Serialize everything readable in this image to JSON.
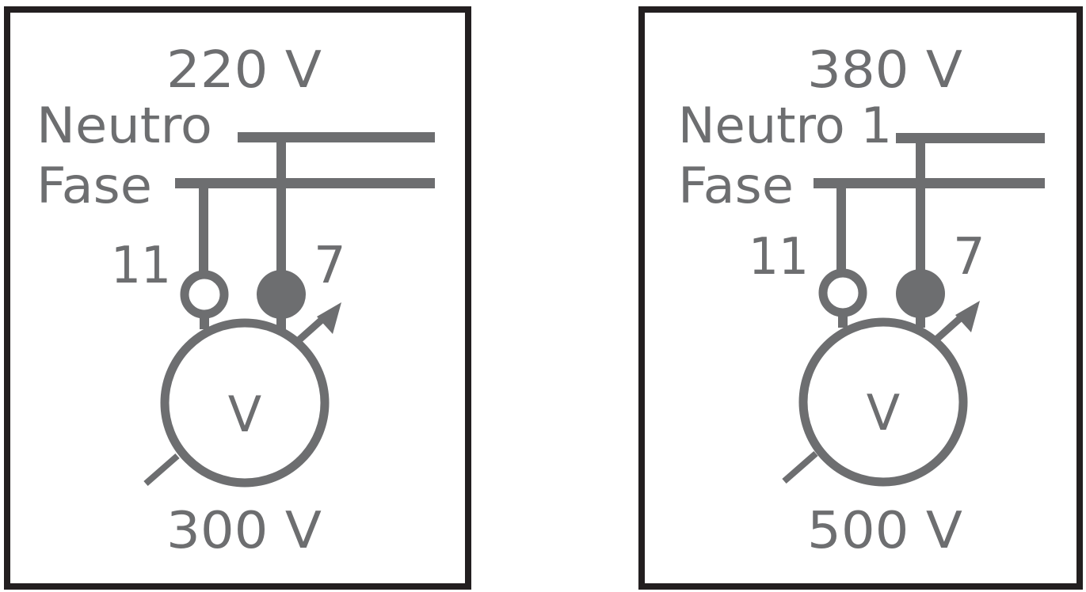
{
  "colors": {
    "frame": "#231f20",
    "ink": "#6d6e70",
    "background": "#ffffff"
  },
  "panels": [
    {
      "id": "left",
      "supply_voltage": "220 V",
      "top_line_label": "Neutro",
      "bottom_line_label": "Fase",
      "terminal_left_label": "11",
      "terminal_right_label": "7",
      "meter_symbol": "V",
      "meter_range": "300 V"
    },
    {
      "id": "right",
      "supply_voltage": "380 V",
      "top_line_label": "Neutro 1",
      "bottom_line_label": "Fase",
      "terminal_left_label": "11",
      "terminal_right_label": "7",
      "meter_symbol": "V",
      "meter_range": "500 V"
    }
  ]
}
